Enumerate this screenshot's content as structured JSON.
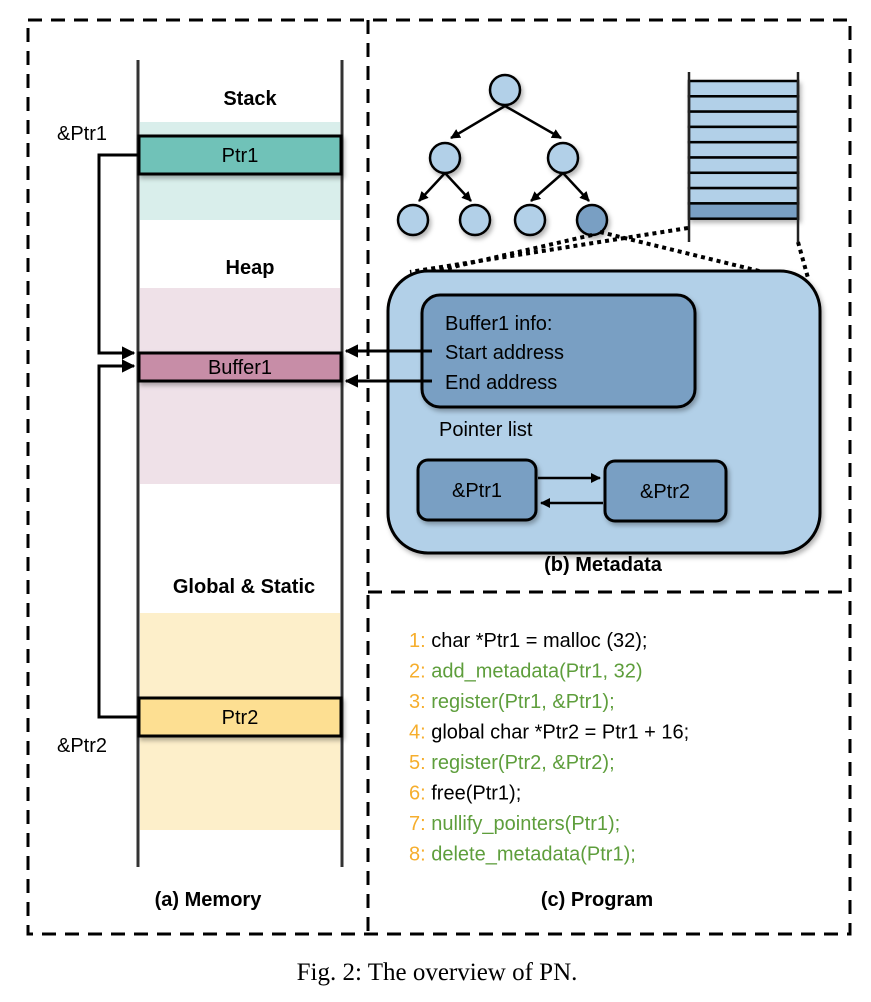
{
  "memory": {
    "title": "(a) Memory",
    "regions": [
      {
        "label": "Stack",
        "color": "#d9eeeb"
      },
      {
        "label": "Heap",
        "color": "#efe1e8"
      },
      {
        "label": "Global & Static",
        "color": "#fdefca"
      }
    ],
    "cells": [
      {
        "label": "Ptr1",
        "color": "#6fc2b8"
      },
      {
        "label": "Buffer1",
        "color": "#c78da7"
      },
      {
        "label": "Ptr2",
        "color": "#fddf92"
      }
    ],
    "address_labels": [
      "&Ptr1",
      "&Ptr2"
    ]
  },
  "metadata": {
    "title": "(b) Metadata",
    "buffer_info": [
      "Buffer1 info:",
      "Start address",
      "End address"
    ],
    "pointer_list_label": "Pointer list",
    "pointer_nodes": [
      "&Ptr1",
      "&Ptr2"
    ],
    "colors": {
      "panel": "#b2d0e8",
      "node": "#799fc3"
    }
  },
  "program": {
    "title": "(c) Program",
    "line_number_color": "#f6ae2d",
    "code_color_original": "#000000",
    "code_color_inserted": "#5e9e3c",
    "lines": [
      {
        "num": "1:",
        "code": " char *Ptr1 = malloc (32);",
        "inserted": false
      },
      {
        "num": "2:",
        "code": " add_metadata(Ptr1, 32)",
        "inserted": true
      },
      {
        "num": "3:",
        "code": " register(Ptr1, &Ptr1);",
        "inserted": true
      },
      {
        "num": "4:",
        "code": " global char *Ptr2 = Ptr1 + 16;",
        "inserted": false
      },
      {
        "num": "5:",
        "code": " register(Ptr2, &Ptr2);",
        "inserted": true
      },
      {
        "num": "6:",
        "code": " free(Ptr1);",
        "inserted": false
      },
      {
        "num": "7:",
        "code": " nullify_pointers(Ptr1);",
        "inserted": true
      },
      {
        "num": "8:",
        "code": " delete_metadata(Ptr1);",
        "inserted": true
      }
    ]
  },
  "caption": "Fig. 2: The overview of PN."
}
